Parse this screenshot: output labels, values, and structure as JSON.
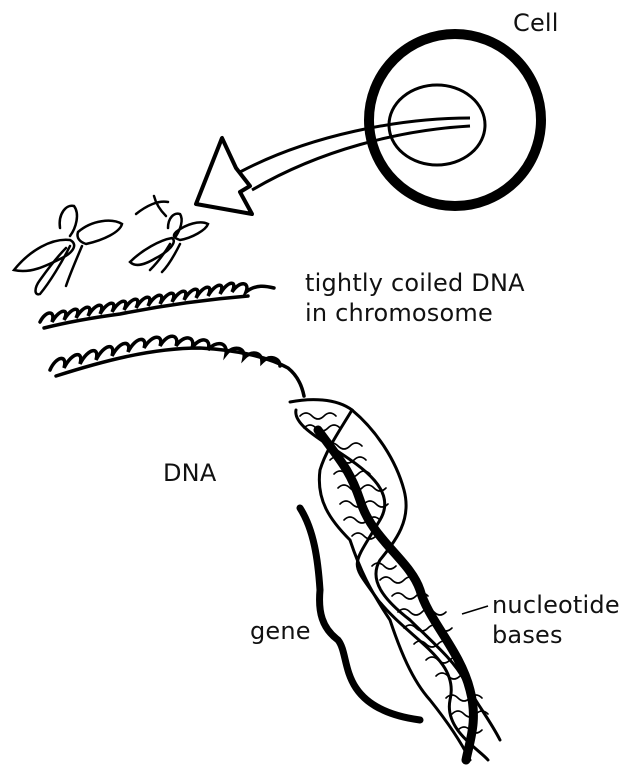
{
  "diagram": {
    "labels": {
      "cell": "Cell",
      "coiled_line1": "tightly coiled DNA",
      "coiled_line2": "in chromosome",
      "dna": "DNA",
      "gene": "gene",
      "nucleotide_line1": "nucleotide",
      "nucleotide_line2": "bases"
    }
  }
}
